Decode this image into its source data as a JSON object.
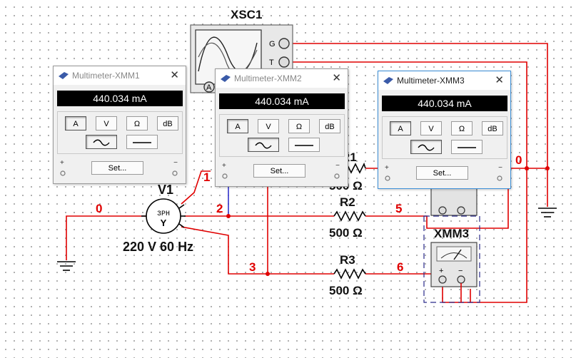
{
  "schematic": {
    "instruments": {
      "scope": "XSC1",
      "scope_pin_g": "G",
      "scope_pin_t": "T",
      "scope_pin_a": "A",
      "mm3_symbol": "XMM3"
    },
    "source": {
      "name": "V1",
      "type": "3PH",
      "conn": "Y",
      "value": "220 V 60 Hz"
    },
    "resistors": [
      {
        "name": "R1",
        "value": "500 Ω"
      },
      {
        "name": "R2",
        "value": "500 Ω"
      },
      {
        "name": "R3",
        "value": "500 Ω"
      }
    ],
    "nodes": {
      "n0_left": "0",
      "n1": "1",
      "n2": "2",
      "n3": "3",
      "n5": "5",
      "n6": "6",
      "n0_right": "0"
    },
    "probe_plus": "+",
    "probe_minus": "−"
  },
  "multimeters": [
    {
      "title": "Multimeter-XMM1",
      "reading": "440.034 mA",
      "btn_a": "A",
      "btn_v": "V",
      "btn_ohm": "Ω",
      "btn_db": "dB",
      "set": "Set...",
      "plus": "+",
      "minus": "−",
      "close": "✕"
    },
    {
      "title": "Multimeter-XMM2",
      "reading": "440.034 mA",
      "btn_a": "A",
      "btn_v": "V",
      "btn_ohm": "Ω",
      "btn_db": "dB",
      "set": "Set...",
      "plus": "+",
      "minus": "−",
      "close": "✕"
    },
    {
      "title": "Multimeter-XMM3",
      "reading": "440.034 mA",
      "btn_a": "A",
      "btn_v": "V",
      "btn_ohm": "Ω",
      "btn_db": "dB",
      "set": "Set...",
      "plus": "+",
      "minus": "−",
      "close": "✕"
    }
  ],
  "colors": {
    "wire": "#e00000",
    "wire_blue": "#3333cc",
    "display_bg": "#000000",
    "active_border": "#3c8fd8"
  }
}
